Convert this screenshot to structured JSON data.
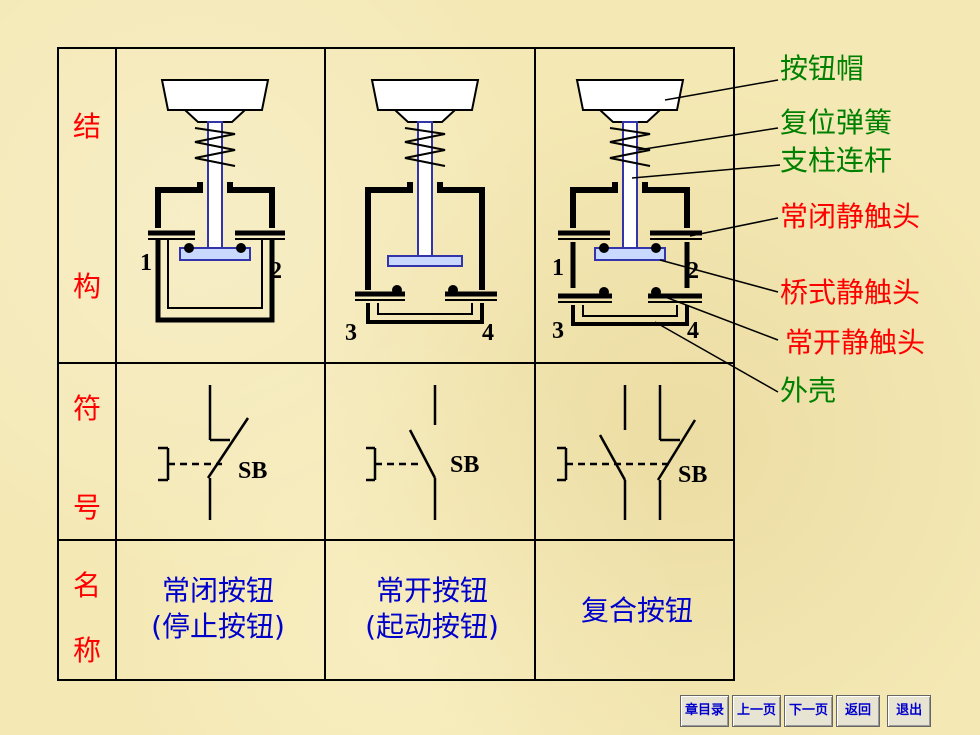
{
  "row_labels": {
    "structure": [
      "结",
      "构"
    ],
    "symbol": [
      "符",
      "号"
    ],
    "name": [
      "名",
      "称"
    ]
  },
  "cells": {
    "nc": {
      "line1": "常闭按钮",
      "line2": "(停止按钮)",
      "symbol_label": "SB",
      "terminals": [
        "1",
        "2"
      ]
    },
    "no": {
      "line1": "常开按钮",
      "line2": "(起动按钮)",
      "symbol_label": "SB",
      "terminals": [
        "3",
        "4"
      ]
    },
    "compound": {
      "line1": "复合按钮",
      "symbol_label": "SB",
      "terminals": [
        "1",
        "2",
        "3",
        "4"
      ]
    }
  },
  "callouts": {
    "cap": "按钮帽",
    "spring": "复位弹簧",
    "rod": "支柱连杆",
    "nc_contact": "常闭静触头",
    "bridge_contact": "桥式静触头",
    "no_contact": "常开静触头",
    "shell": "外壳"
  },
  "colors": {
    "label_red": "#ff0000",
    "text_blue": "#0000cc",
    "callout_green": "#008000",
    "rod_blue": "#3333aa",
    "bridge_fill": "#c8d8ff"
  },
  "nav": {
    "chapter": "章目录",
    "prev": "上一页",
    "next": "下一页",
    "back": "返回",
    "exit": "退出"
  }
}
